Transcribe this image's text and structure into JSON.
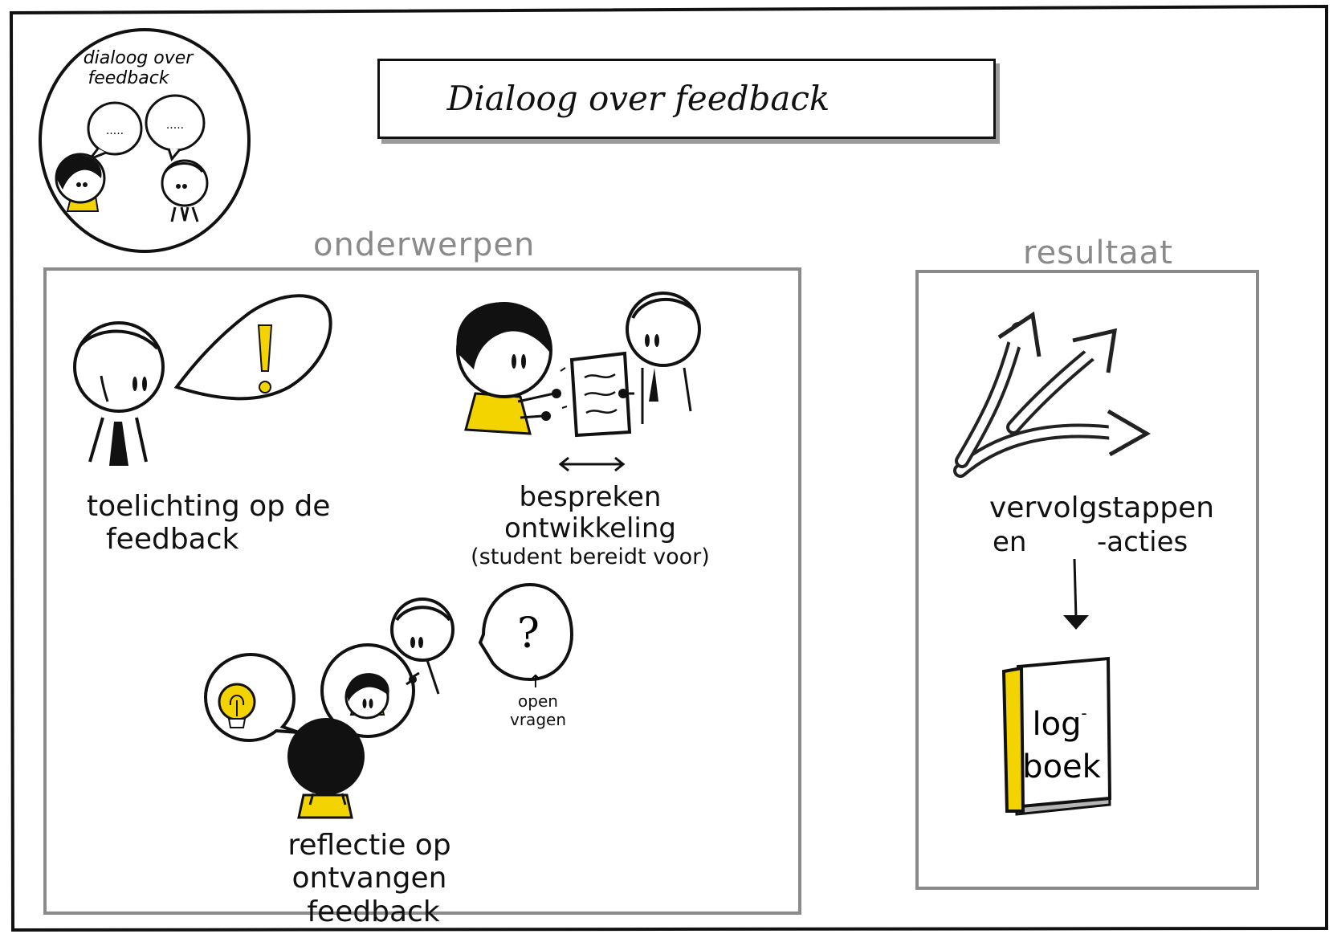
{
  "colors": {
    "ink": "#111111",
    "accent_yellow": "#f4d400",
    "panel_border_grey": "#8a8a8a"
  },
  "badge": {
    "line1": "dialoog over",
    "line2": "feedback",
    "bubble1": ".....",
    "bubble2": "....."
  },
  "title": "Dialoog over feedback",
  "sections": {
    "topics": {
      "label": "onderwerpen",
      "items": [
        {
          "line1": "toelichting op de",
          "line2": "feedback",
          "icon": "speech-bubble-exclamation-icon"
        },
        {
          "line1": "bespreken ontwikkeling",
          "line2": "(student bereidt voor)",
          "icon": "document-exchange-icon"
        },
        {
          "line1": "reflectie op ontvangen",
          "line2": "feedback",
          "icon": "reflection-people-icon"
        }
      ],
      "question_mark": "?",
      "annotation_arrow": "↑",
      "annotation": "open vragen"
    },
    "result": {
      "label": "resultaat",
      "line1": "vervolgstappen",
      "line2a": "en",
      "line2b": "-acties",
      "logbook_line1": "log",
      "logbook_hyphen": "-",
      "logbook_line2": "boek"
    }
  }
}
